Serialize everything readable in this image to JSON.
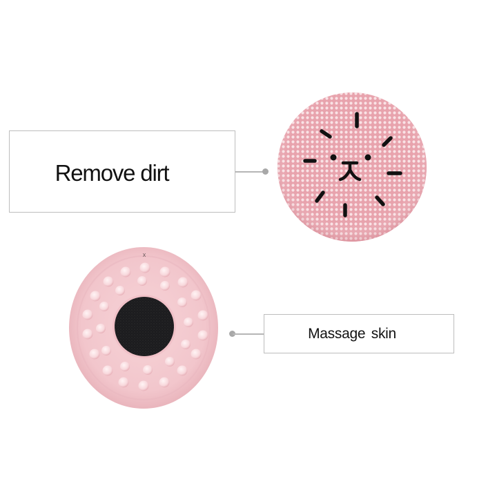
{
  "features": [
    {
      "id": "remove-dirt",
      "label": "Remove dirt",
      "device_side": "silicone-bristle-face",
      "device_color": "#e8a3ad",
      "bristle_color": "#f8dde1",
      "face_color": "#111111"
    },
    {
      "id": "massage-skin",
      "label": "Massage skin",
      "device_side": "massage-nub-face",
      "device_color": "#f2c6cc",
      "nub_color": "#fbe3e6",
      "sponge_color": "#1c1c1e"
    }
  ],
  "colors": {
    "background": "#ffffff",
    "box_border": "#bdbdbd",
    "connector": "#b5b5b5",
    "dot": "#a8a8a8",
    "text": "#111111"
  },
  "product_logo_glyph": "x"
}
